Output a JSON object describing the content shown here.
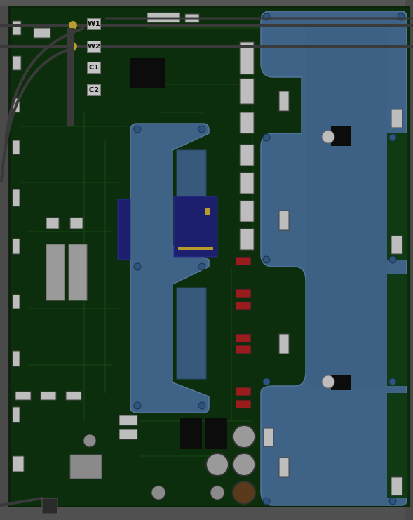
{
  "connector_labels": [
    "W1",
    "W2",
    "C1",
    "C2"
  ],
  "colors": {
    "background": "#1a1a1a",
    "frame": "#585858",
    "pcb": "#0c2e0c",
    "trace": "#144a14",
    "module": "#3f6387",
    "module_edge": "#55779b",
    "chip": "#0c0c0c",
    "connector_light": "#bdbdbd",
    "connector_dark": "#3c3c3c",
    "red_component": "#9a1c1c",
    "blue_component": "#1b1f6e",
    "gold": "#b79b2c",
    "capacitor": "#9a9a9a",
    "capacitor_dark": "#5a3a1a",
    "cable": "#3a3a3a"
  }
}
